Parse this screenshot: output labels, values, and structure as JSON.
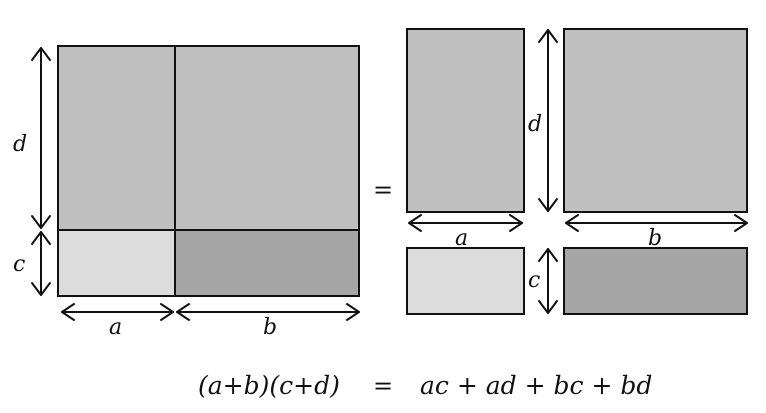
{
  "labels": {
    "a": "a",
    "b": "b",
    "c": "c",
    "d": "d",
    "equals": "="
  },
  "formula": {
    "lhs": "(a+b)(c+d)",
    "equals": "=",
    "rhs": "ac + ad + bc + bd"
  },
  "colors": {
    "mid_gray": "#c0c0c0",
    "light_gray": "#dcdcdc",
    "dark_gray": "#a6a6a6",
    "stroke": "#111111"
  }
}
